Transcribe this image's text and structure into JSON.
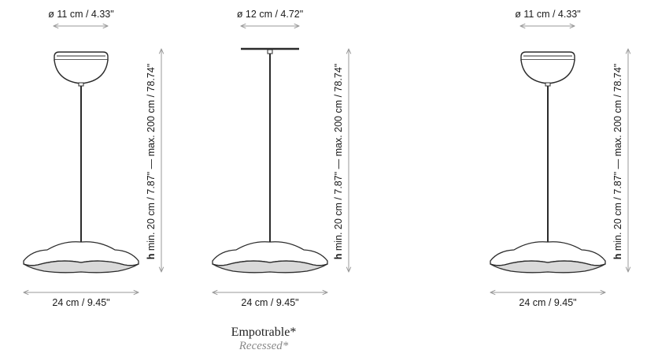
{
  "colors": {
    "line": "#2b2b2b",
    "dim": "#9a9a9a",
    "shade": "#d9d9d9"
  },
  "lamps": [
    {
      "top_dim": "ø 11 cm / 4.33\"",
      "bottom_dim": "24 cm / 9.45\"",
      "height_dim_bold": "h",
      "height_dim": " min. 20 cm / 7.87\" — max. 200 cm / 78.74\""
    },
    {
      "top_dim": "ø 12 cm / 4.72\"",
      "bottom_dim": "24 cm / 9.45\"",
      "height_dim_bold": "h",
      "height_dim": " min. 20 cm / 7.87\" — max. 200 cm / 78.74\""
    },
    {
      "top_dim": "ø 11 cm / 4.33\"",
      "bottom_dim": "24 cm / 9.45\"",
      "height_dim_bold": "h",
      "height_dim": " min. 20 cm / 7.87\" — max. 200 cm / 78.74\""
    }
  ],
  "caption": {
    "main": "Empotrable*",
    "sub": "Recessed*"
  }
}
